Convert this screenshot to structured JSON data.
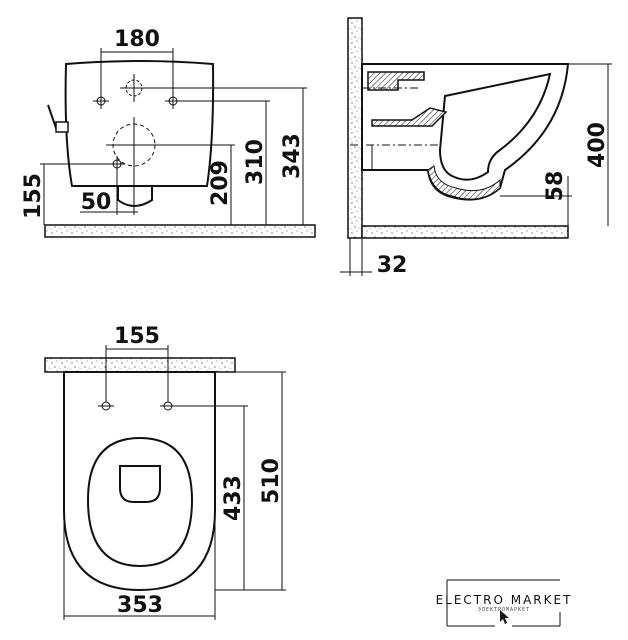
{
  "front_view": {
    "dim_top_width": "180",
    "dim_inlet_offset": "50",
    "dim_left_height": "155",
    "dim_209": "209",
    "dim_310": "310",
    "dim_343": "343"
  },
  "side_view": {
    "dim_total_height": "400",
    "dim_58": "58",
    "dim_wall_32": "32"
  },
  "top_view": {
    "dim_bolt_spacing": "155",
    "dim_433": "433",
    "dim_510": "510",
    "dim_width": "353"
  },
  "watermark": {
    "brand": "ELECTRO MARKET",
    "tagline": "ЭЛЕКТРОМАРКЕТ"
  },
  "colors": {
    "ink": "#111111",
    "background": "#ffffff",
    "concrete_fill": "#ffffff"
  }
}
